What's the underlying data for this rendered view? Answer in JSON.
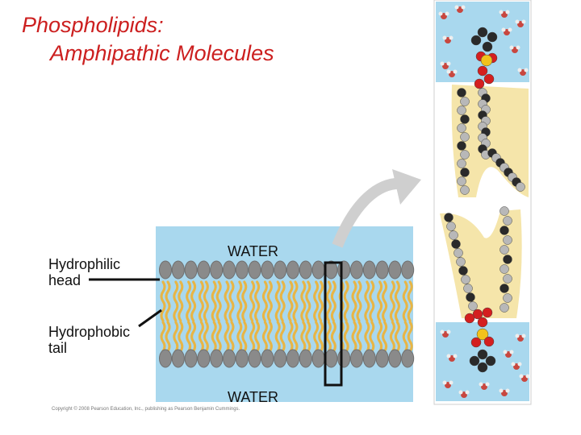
{
  "title": {
    "line1": "Phospholipids:",
    "line2": "Amphipathic  Molecules"
  },
  "labels": {
    "head_line1": "Hydrophilic",
    "head_line2": "head",
    "tail_line1": "Hydrophobic",
    "tail_line2": "tail"
  },
  "water": {
    "top": "WATER",
    "bottom": "WATER"
  },
  "copyright": "Copyright © 2008 Pearson Education, Inc., publishing as Pearson Benjamin Cummings.",
  "colors": {
    "title": "#cc1f1f",
    "water": "#a9d8ee",
    "head": "#8a8a8a",
    "tail": "#e8b545",
    "tail_glow": "#f2df95",
    "highlight_box": "#111111",
    "arrow": "#cccccc",
    "oxygen": "#d41f1f",
    "phosphorus": "#f2c21b",
    "carbon": "#2a2a2a",
    "hydrogen": "#b8b8b8"
  }
}
